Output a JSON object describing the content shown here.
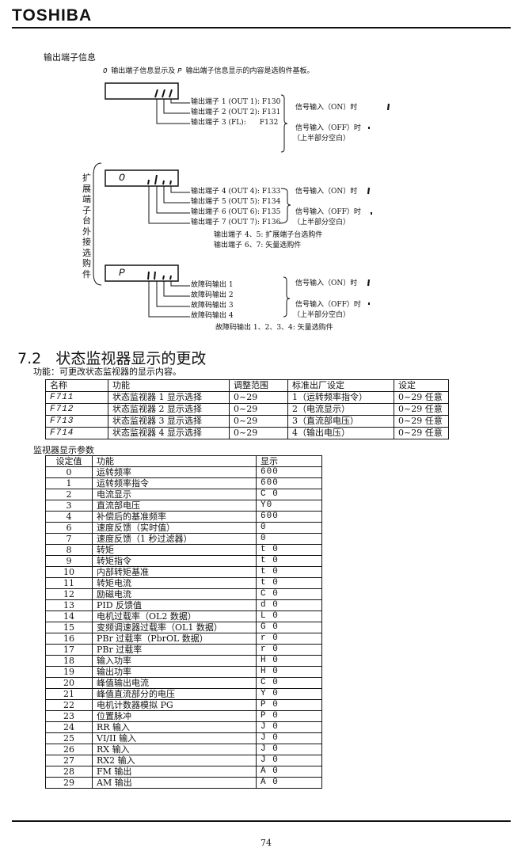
{
  "header": {
    "logo": "TOSHIBA"
  },
  "diagram": {
    "title": "输出端子信息",
    "intro_o": "O",
    "intro_text1": "输出端子信息显示及",
    "intro_p": "P",
    "intro_text2": "输出端子信息显示的内容是选购件基板。",
    "signal_on": "信号输入（ON）时",
    "signal_off": "信号输入（OFF）时",
    "upper_blank": "（上半部分空白）",
    "group1": {
      "display": "",
      "labels": [
        "输出端子 1 (OUT 1): F130",
        "输出端子 2 (OUT 2): F131",
        "输出端子 3 (FL):      F132"
      ]
    },
    "side_label": "扩展端子台外接选购件",
    "group2": {
      "display": "O",
      "labels": [
        "输出端子 4 (OUT 4): F133",
        "输出端子 5 (OUT 5): F134",
        "输出端子 6 (OUT 6): F135",
        "输出端子 7 (OUT 7): F136"
      ],
      "notes": [
        "输出端子 4、5: 扩展端子台选购件",
        "输出端子 6、7: 矢量选购件"
      ]
    },
    "group3": {
      "display": "P",
      "labels": [
        "故障码输出 1",
        "故障码输出 2",
        "故障码输出 3",
        "故障码输出 4"
      ],
      "notes": [
        "故障码输出 1、2、3、4: 矢量选购件"
      ]
    }
  },
  "section": {
    "number": "7.2",
    "title": "状态监视器显示的更改",
    "function": "功能：可更改状态监视器的显示内容。"
  },
  "table1": {
    "headers": [
      "名称",
      "功能",
      "调整范围",
      "标准出厂设定",
      "设定"
    ],
    "rows": [
      [
        "F711",
        "状态监视器 1 显示选择",
        "0~29",
        "1（运转频率指令）",
        "0~29 任意"
      ],
      [
        "F712",
        "状态监视器 2 显示选择",
        "0~29",
        "2（电流显示）",
        "0~29 任意"
      ],
      [
        "F713",
        "状态监视器 3 显示选择",
        "0~29",
        "3（直流部电压）",
        "0~29 任意"
      ],
      [
        "F714",
        "状态监视器 4 显示选择",
        "0~29",
        "4（输出电压）",
        "0~29 任意"
      ]
    ]
  },
  "table2": {
    "caption": "监视器显示参数",
    "headers": [
      "设定值",
      "功能",
      "显示"
    ],
    "rows": [
      [
        "0",
        "运转频率",
        "600"
      ],
      [
        "1",
        "运转频率指令",
        "600"
      ],
      [
        "2",
        "电流显示",
        "C 0"
      ],
      [
        "3",
        "直流部电压",
        "Y0"
      ],
      [
        "4",
        "补偿后的基准频率",
        "600"
      ],
      [
        "6",
        "速度反馈（实时值）",
        "0"
      ],
      [
        "7",
        "速度反馈（1 秒过滤器）",
        "0"
      ],
      [
        "8",
        "转矩",
        "t 0"
      ],
      [
        "9",
        "转矩指令",
        "t 0"
      ],
      [
        "10",
        "内部转矩基准",
        "t 0"
      ],
      [
        "11",
        "转矩电流",
        "t 0"
      ],
      [
        "12",
        "励磁电流",
        "C 0"
      ],
      [
        "13",
        "PID 反馈值",
        "d 0"
      ],
      [
        "14",
        "电机过载率（OL2 数据）",
        "L 0"
      ],
      [
        "15",
        "变频调速器过载率（OL1 数据）",
        "G 0"
      ],
      [
        "16",
        "PBr 过载率（PbrOL 数据）",
        "r 0"
      ],
      [
        "17",
        "PBr 过载率",
        "r 0"
      ],
      [
        "18",
        "输入功率",
        "H 0"
      ],
      [
        "19",
        "输出功率",
        "H 0"
      ],
      [
        "20",
        "峰值输出电流",
        "C 0"
      ],
      [
        "21",
        "峰值直流部分的电压",
        "Y 0"
      ],
      [
        "22",
        "电机计数器模拟 PG",
        "P 0"
      ],
      [
        "23",
        "位置脉冲",
        "P 0"
      ],
      [
        "24",
        "RR 输入",
        "J 0"
      ],
      [
        "25",
        "VI/II 输入",
        "J 0"
      ],
      [
        "26",
        "RX 输入",
        "J 0"
      ],
      [
        "27",
        "RX2 输入",
        "J 0"
      ],
      [
        "28",
        "FM 输出",
        "A 0"
      ],
      [
        "29",
        "AM 输出",
        "A 0"
      ]
    ]
  },
  "footer": {
    "page_number": "74"
  }
}
